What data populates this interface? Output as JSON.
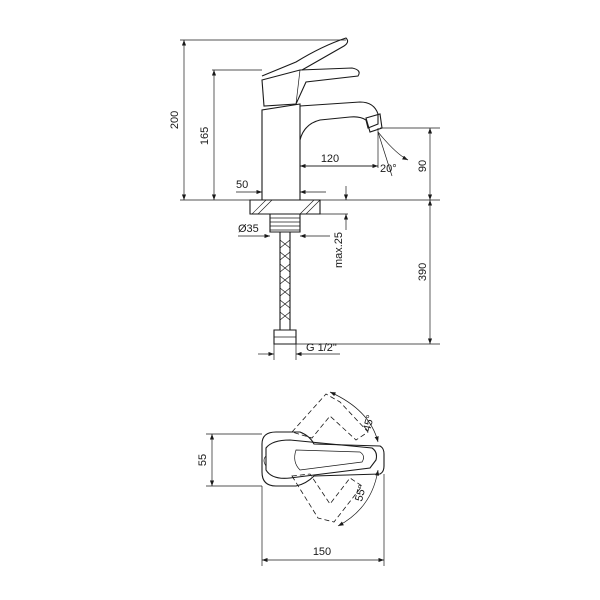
{
  "dimensions": {
    "total_height": "200",
    "body_height": "165",
    "spout_reach": "120",
    "spout_height": "90",
    "spout_angle": "20°",
    "body_width": "50",
    "thread_diameter": "Ø35",
    "max_counter_thickness": "max.25",
    "hose_length": "390",
    "hose_connector": "G 1/2\"",
    "top_view_height": "55",
    "top_view_width": "150",
    "lever_angle_up": "45°",
    "lever_angle_down": "55°"
  }
}
